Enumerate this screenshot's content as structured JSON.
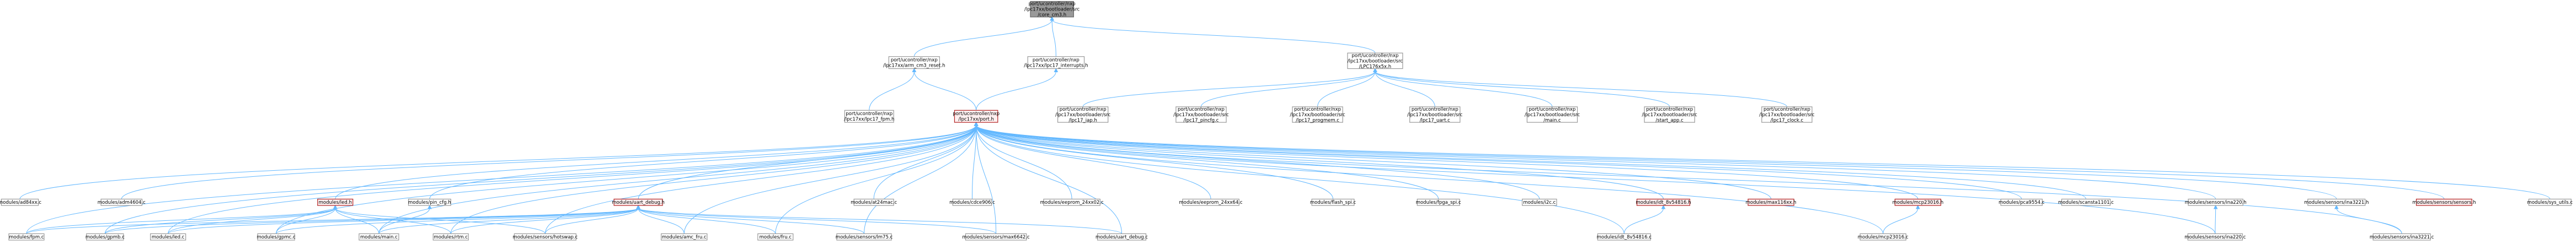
{
  "diagram": {
    "nodes": {
      "core_cm3": {
        "lines": [
          "port/ucontroller/nxp",
          "/lpc17xx/bootloader/src",
          "/core_cm3.h"
        ],
        "style": "grey"
      },
      "arm_cm3_reset": {
        "lines": [
          "port/ucontroller/nxp",
          "/lpc17xx/arm_cm3_reset.h"
        ],
        "style": "white"
      },
      "lpc17_interrupts": {
        "lines": [
          "port/ucontroller/nxp",
          "/lpc17xx/lpc17_interrupts.h"
        ],
        "style": "white"
      },
      "lpc176x5x": {
        "lines": [
          "port/ucontroller/nxp",
          "/lpc17xx/bootloader/src",
          "/LPC176x5x.h"
        ],
        "style": "white"
      },
      "lpc17_fpm": {
        "lines": [
          "port/ucontroller/nxp",
          "/lpc17xx/lpc17_fpm.h"
        ],
        "style": "white"
      },
      "port_h": {
        "lines": [
          "port/ucontroller/nxp",
          "/lpc17xx/port.h"
        ],
        "style": "red"
      },
      "bl_lpc17_iap": {
        "lines": [
          "port/ucontroller/nxp",
          "/lpc17xx/bootloader/src",
          "/lpc17_iap.h"
        ],
        "style": "white"
      },
      "bl_lpc17_pincfg": {
        "lines": [
          "port/ucontroller/nxp",
          "/lpc17xx/bootloader/src",
          "/lpc17_pincfg.c"
        ],
        "style": "white"
      },
      "bl_lpc17_progmem": {
        "lines": [
          "port/ucontroller/nxp",
          "/lpc17xx/bootloader/src",
          "/lpc17_progmem.c"
        ],
        "style": "white"
      },
      "bl_lpc17_uart": {
        "lines": [
          "port/ucontroller/nxp",
          "/lpc17xx/bootloader/src",
          "/lpc17_uart.c"
        ],
        "style": "white"
      },
      "bl_main": {
        "lines": [
          "port/ucontroller/nxp",
          "/lpc17xx/bootloader/src",
          "/main.c"
        ],
        "style": "white"
      },
      "bl_start_app": {
        "lines": [
          "port/ucontroller/nxp",
          "/lpc17xx/bootloader/src",
          "/start_app.c"
        ],
        "style": "white"
      },
      "bl_lpc17_clock": {
        "lines": [
          "port/ucontroller/nxp",
          "/lpc17xx/bootloader/src",
          "/lpc17_clock.c"
        ],
        "style": "white"
      },
      "ad84xx": {
        "lines": [
          "modules/ad84xx.c"
        ],
        "style": "white"
      },
      "adm4604": {
        "lines": [
          "modules/adm4604.c"
        ],
        "style": "white"
      },
      "led_h": {
        "lines": [
          "modules/led.h"
        ],
        "style": "red"
      },
      "pin_cfg": {
        "lines": [
          "modules/pin_cfg.h"
        ],
        "style": "white"
      },
      "uart_debug_h": {
        "lines": [
          "modules/uart_debug.h"
        ],
        "style": "red"
      },
      "at24mac": {
        "lines": [
          "modules/at24mac.c"
        ],
        "style": "white"
      },
      "cdce906": {
        "lines": [
          "modules/cdce906.c"
        ],
        "style": "white"
      },
      "eeprom_24xx02": {
        "lines": [
          "modules/eeprom_24xx02.c"
        ],
        "style": "white"
      },
      "eeprom_24xx64": {
        "lines": [
          "modules/eeprom_24xx64.c"
        ],
        "style": "white"
      },
      "flash_spi": {
        "lines": [
          "modules/flash_spi.c"
        ],
        "style": "white"
      },
      "fpga_spi": {
        "lines": [
          "modules/fpga_spi.c"
        ],
        "style": "white"
      },
      "i2c": {
        "lines": [
          "modules/i2c.c"
        ],
        "style": "white"
      },
      "idt_h": {
        "lines": [
          "modules/idt_8v54816.h"
        ],
        "style": "red"
      },
      "max116xx": {
        "lines": [
          "modules/max116xx.h"
        ],
        "style": "red"
      },
      "mcp23016_h": {
        "lines": [
          "modules/mcp23016.h"
        ],
        "style": "red"
      },
      "pca9554": {
        "lines": [
          "modules/pca9554.c"
        ],
        "style": "white"
      },
      "scansta1101": {
        "lines": [
          "modules/scansta1101.c"
        ],
        "style": "white"
      },
      "ina220_h": {
        "lines": [
          "modules/sensors/ina220.h"
        ],
        "style": "white"
      },
      "ina3221_h": {
        "lines": [
          "modules/sensors/ina3221.h"
        ],
        "style": "white"
      },
      "sensors_h": {
        "lines": [
          "modules/sensors/sensors.h"
        ],
        "style": "red"
      },
      "sys_utils": {
        "lines": [
          "modules/sys_utils.c"
        ],
        "style": "white"
      },
      "fpm": {
        "lines": [
          "modules/fpm.c"
        ],
        "style": "white"
      },
      "gpmb": {
        "lines": [
          "modules/gpmb.c"
        ],
        "style": "white"
      },
      "led_c": {
        "lines": [
          "modules/led.c"
        ],
        "style": "white"
      },
      "gpmc": {
        "lines": [
          "modules/gpmc.c"
        ],
        "style": "white"
      },
      "main_c": {
        "lines": [
          "modules/main.c"
        ],
        "style": "white"
      },
      "rtm": {
        "lines": [
          "modules/rtm.c"
        ],
        "style": "white"
      },
      "hotswap": {
        "lines": [
          "modules/sensors/hotswap.c"
        ],
        "style": "white"
      },
      "amc_fru": {
        "lines": [
          "modules/amc_fru.c"
        ],
        "style": "white"
      },
      "fru": {
        "lines": [
          "modules/fru.c"
        ],
        "style": "white"
      },
      "lm75": {
        "lines": [
          "modules/sensors/lm75.c"
        ],
        "style": "white"
      },
      "max6642": {
        "lines": [
          "modules/sensors/max6642.c"
        ],
        "style": "white"
      },
      "uart_debug_c": {
        "lines": [
          "modules/uart_debug.c"
        ],
        "style": "white"
      },
      "idt_c": {
        "lines": [
          "modules/idt_8v54816.c"
        ],
        "style": "white"
      },
      "mcp23016_c": {
        "lines": [
          "modules/mcp23016.c"
        ],
        "style": "white"
      },
      "ina220_c": {
        "lines": [
          "modules/sensors/ina220.c"
        ],
        "style": "white"
      },
      "ina3221_c": {
        "lines": [
          "modules/sensors/ina3221.c"
        ],
        "style": "white"
      }
    },
    "edges": [
      [
        "arm_cm3_reset",
        "core_cm3"
      ],
      [
        "lpc17_interrupts",
        "core_cm3"
      ],
      [
        "lpc176x5x",
        "core_cm3"
      ],
      [
        "lpc17_fpm",
        "arm_cm3_reset"
      ],
      [
        "port_h",
        "arm_cm3_reset"
      ],
      [
        "port_h",
        "lpc17_interrupts"
      ],
      [
        "bl_lpc17_iap",
        "lpc176x5x"
      ],
      [
        "bl_lpc17_pincfg",
        "lpc176x5x"
      ],
      [
        "bl_lpc17_progmem",
        "lpc176x5x"
      ],
      [
        "bl_lpc17_uart",
        "lpc176x5x"
      ],
      [
        "bl_main",
        "lpc176x5x"
      ],
      [
        "bl_start_app",
        "lpc176x5x"
      ],
      [
        "bl_lpc17_clock",
        "lpc176x5x"
      ],
      [
        "ad84xx",
        "port_h"
      ],
      [
        "adm4604",
        "port_h"
      ],
      [
        "led_h",
        "port_h"
      ],
      [
        "pin_cfg",
        "port_h"
      ],
      [
        "uart_debug_h",
        "port_h"
      ],
      [
        "at24mac",
        "port_h"
      ],
      [
        "cdce906",
        "port_h"
      ],
      [
        "eeprom_24xx02",
        "port_h"
      ],
      [
        "eeprom_24xx64",
        "port_h"
      ],
      [
        "flash_spi",
        "port_h"
      ],
      [
        "fpga_spi",
        "port_h"
      ],
      [
        "i2c",
        "port_h"
      ],
      [
        "idt_h",
        "port_h"
      ],
      [
        "max116xx",
        "port_h"
      ],
      [
        "mcp23016_h",
        "port_h"
      ],
      [
        "pca9554",
        "port_h"
      ],
      [
        "scansta1101",
        "port_h"
      ],
      [
        "ina220_h",
        "port_h"
      ],
      [
        "ina3221_h",
        "port_h"
      ],
      [
        "sensors_h",
        "port_h"
      ],
      [
        "sys_utils",
        "port_h"
      ],
      [
        "fpm",
        "port_h"
      ],
      [
        "gpmb",
        "port_h"
      ],
      [
        "led_c",
        "port_h"
      ],
      [
        "gpmc",
        "port_h"
      ],
      [
        "main_c",
        "port_h"
      ],
      [
        "rtm",
        "port_h"
      ],
      [
        "hotswap",
        "port_h"
      ],
      [
        "amc_fru",
        "port_h"
      ],
      [
        "fru",
        "port_h"
      ],
      [
        "lm75",
        "port_h"
      ],
      [
        "max6642",
        "port_h"
      ],
      [
        "uart_debug_c",
        "port_h"
      ],
      [
        "idt_c",
        "port_h"
      ],
      [
        "mcp23016_c",
        "port_h"
      ],
      [
        "ina220_c",
        "port_h"
      ],
      [
        "ina3221_c",
        "port_h"
      ],
      [
        "fpm",
        "led_h"
      ],
      [
        "gpmb",
        "led_h"
      ],
      [
        "led_c",
        "led_h"
      ],
      [
        "gpmc",
        "led_h"
      ],
      [
        "main_c",
        "led_h"
      ],
      [
        "rtm",
        "led_h"
      ],
      [
        "hotswap",
        "led_h"
      ],
      [
        "main_c",
        "pin_cfg"
      ],
      [
        "fpm",
        "uart_debug_h"
      ],
      [
        "gpmb",
        "uart_debug_h"
      ],
      [
        "gpmc",
        "uart_debug_h"
      ],
      [
        "main_c",
        "uart_debug_h"
      ],
      [
        "rtm",
        "uart_debug_h"
      ],
      [
        "hotswap",
        "uart_debug_h"
      ],
      [
        "amc_fru",
        "uart_debug_h"
      ],
      [
        "fru",
        "uart_debug_h"
      ],
      [
        "lm75",
        "uart_debug_h"
      ],
      [
        "max6642",
        "uart_debug_h"
      ],
      [
        "uart_debug_c",
        "uart_debug_h"
      ],
      [
        "led_c",
        "uart_debug_h"
      ],
      [
        "idt_c",
        "idt_h"
      ],
      [
        "mcp23016_c",
        "mcp23016_h"
      ],
      [
        "ina220_c",
        "ina220_h"
      ],
      [
        "ina3221_c",
        "ina3221_h"
      ]
    ]
  }
}
